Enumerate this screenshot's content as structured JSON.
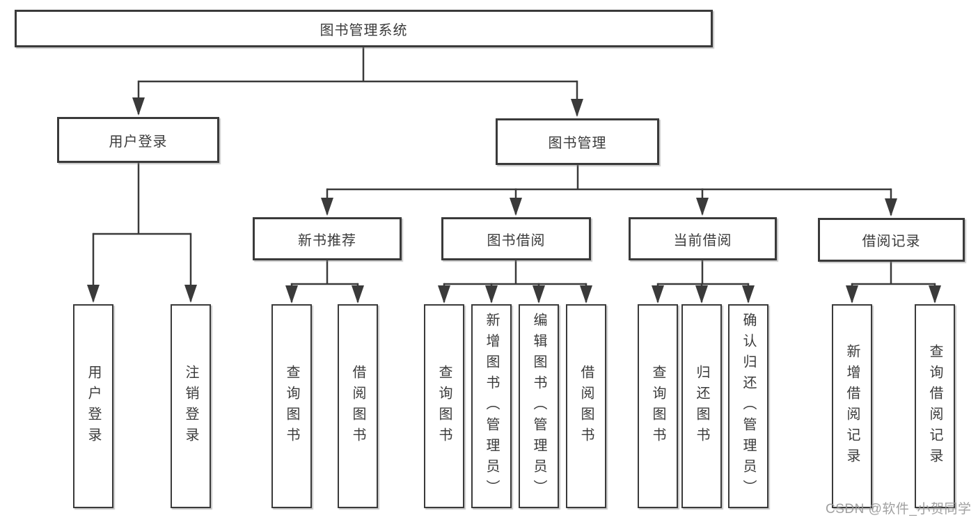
{
  "tree": {
    "label": "图书管理系统",
    "children": [
      {
        "label": "用户登录",
        "children": [
          {
            "label": "用户登录"
          },
          {
            "label": "注销登录"
          }
        ]
      },
      {
        "label": "图书管理",
        "children": [
          {
            "label": "新书推荐",
            "children": [
              {
                "label": "查询图书"
              },
              {
                "label": "借阅图书"
              }
            ]
          },
          {
            "label": "图书借阅",
            "children": [
              {
                "label": "查询图书"
              },
              {
                "label": "新增图书（管理员）"
              },
              {
                "label": "编辑图书（管理员）"
              },
              {
                "label": "借阅图书"
              }
            ]
          },
          {
            "label": "当前借阅",
            "children": [
              {
                "label": "查询图书"
              },
              {
                "label": "归还图书"
              },
              {
                "label": "确认归还（管理员）"
              }
            ]
          },
          {
            "label": "借阅记录",
            "children": [
              {
                "label": "新增借阅记录"
              },
              {
                "label": "查询借阅记录"
              }
            ]
          }
        ]
      }
    ]
  },
  "watermark": {
    "text": "CSDN @软件_小贺同学"
  },
  "colors": {
    "line": "#3a3a3a",
    "text": "#3b3b3b",
    "box_fill": "#ffffff",
    "watermark": "#969696",
    "background": "#ffffff"
  }
}
